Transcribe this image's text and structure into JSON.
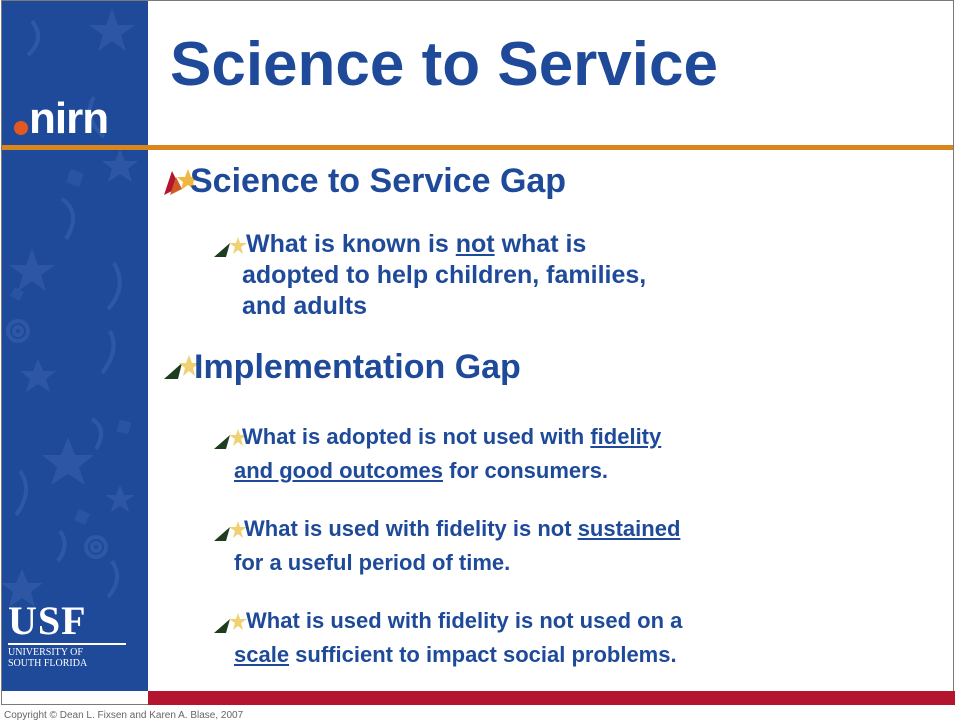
{
  "slide": {
    "title": "Science to Service",
    "logo_text": "nirn",
    "usf_logo": {
      "big": "USF",
      "line1": "UNIVERSITY OF",
      "line2": "SOUTH FLORIDA"
    },
    "copyright": "Copyright © Dean L. Fixsen and Karen A. Blase, 2007"
  },
  "bullets": {
    "b1": {
      "text": "Science to Service Gap"
    },
    "b1_1": {
      "t1": "What is known is ",
      "u1": "not",
      "t2": " what is",
      "line2": "adopted to help children, families,",
      "line3": "and adults"
    },
    "b2": {
      "text": "Implementation Gap"
    },
    "b2_1": {
      "t1": " What is adopted is not used with ",
      "u1": "fidelity",
      "u2": "and good outcomes",
      "t2": " for consumers."
    },
    "b2_2": {
      "t1": "What is used with fidelity is not ",
      "u1": "sustained",
      "line2": "for a useful period of time."
    },
    "b2_3": {
      "t1": "What is used with fidelity is not used on a",
      "u1": "scale",
      "t2": " sufficient to impact social problems."
    }
  },
  "colors": {
    "primary_blue": "#1e4a99",
    "accent_orange": "#d9861f",
    "accent_red": "#b3152e"
  },
  "icons": [
    "star-arrow-bullet-icon",
    "nirn-logo",
    "usf-logo"
  ]
}
